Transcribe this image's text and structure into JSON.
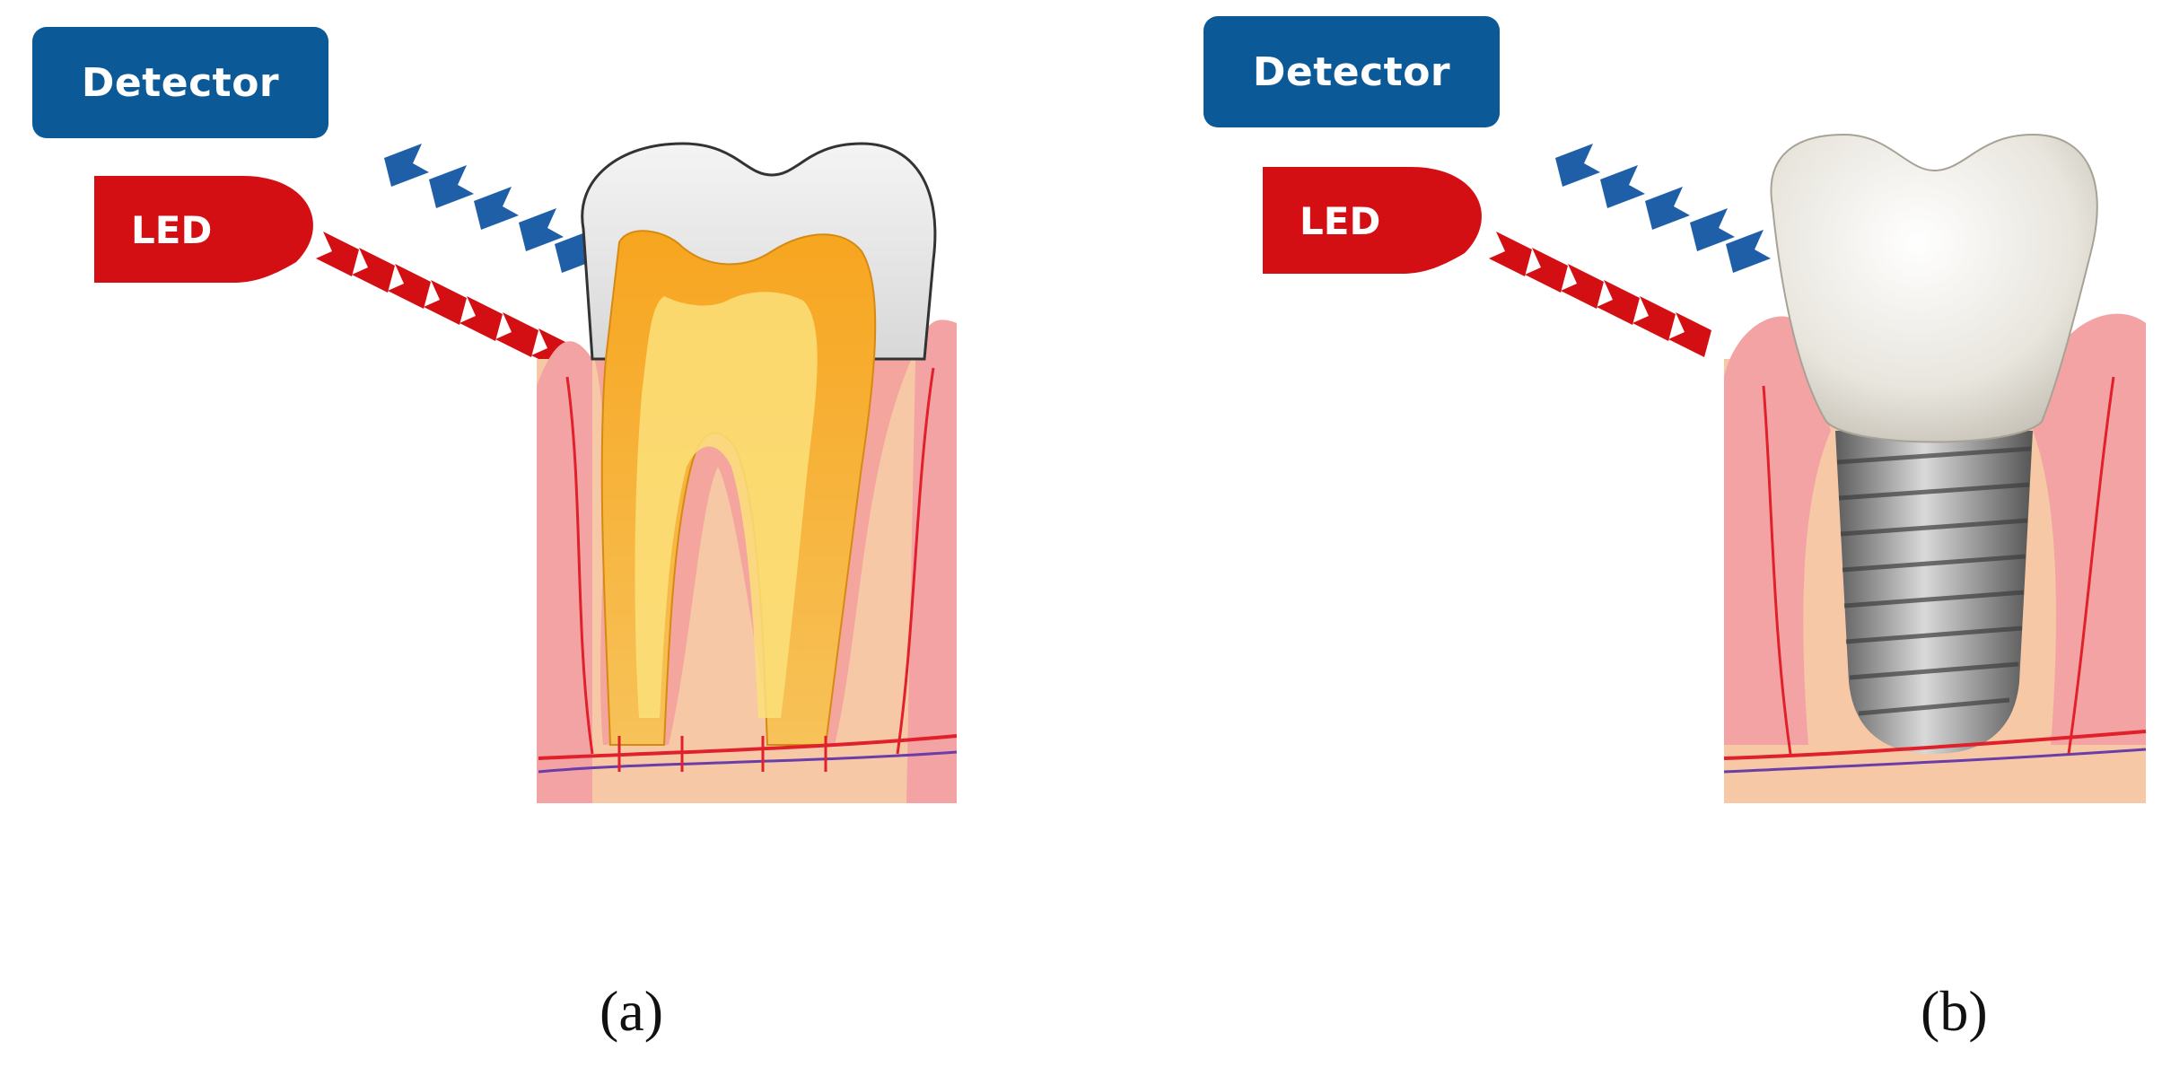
{
  "panels": [
    {
      "id": "a",
      "detector_label": "Detector",
      "led_label": "LED",
      "caption": "(a)",
      "subject": "natural tooth"
    },
    {
      "id": "b",
      "detector_label": "Detector",
      "led_label": "LED",
      "caption": "(b)",
      "subject": "dental implant"
    }
  ],
  "colors": {
    "detector": "#0b5a97",
    "led": "#d40f14",
    "emitted_arrows": "#d40f14",
    "reflected_arrows": "#1f5fa8",
    "gum": "#f4a3a4",
    "bone": "#f6c8a6",
    "enamel": "#e6e6e6",
    "dentin": "#f2b13a",
    "implant_screw": "#8f8f8f",
    "vessels": "#e0202a"
  },
  "icons": [
    "led-emitter-icon",
    "detector-icon",
    "emitted-light-arrow-icon",
    "reflected-light-arrow-icon",
    "tooth-illustration",
    "implant-illustration"
  ]
}
